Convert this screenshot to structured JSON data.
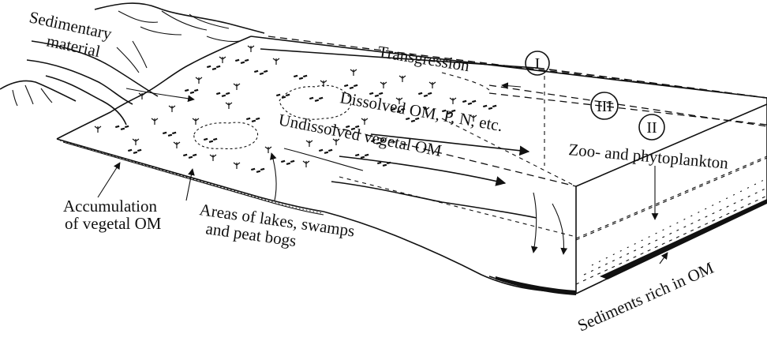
{
  "labels": {
    "sedimentary_1": "Sedimentary",
    "sedimentary_2": "material",
    "transgression": "Transgression",
    "dissolved_om": "Dissolved OM, P, N, etc.",
    "undissolved": "Undissolved vegetal OM",
    "plankton": "Zoo- and phytoplankton",
    "accum_1": "Accumulation",
    "accum_2": "of vegetal OM",
    "lakes_1": "Areas of lakes, swamps",
    "lakes_2": "and peat bogs",
    "sediments": "Sediments rich in OM"
  },
  "markers": {
    "one": "I",
    "two": "II",
    "three": "III"
  }
}
